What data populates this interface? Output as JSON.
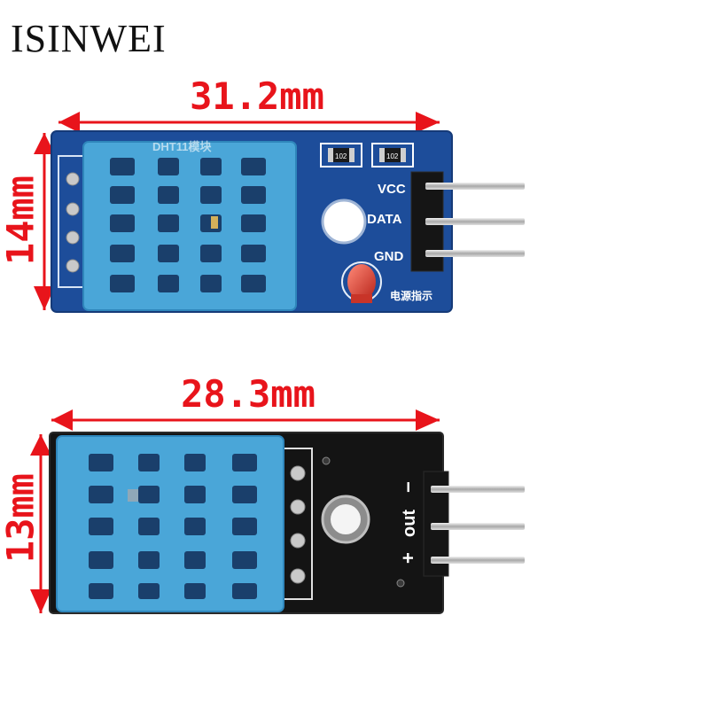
{
  "brand": {
    "text": "ISINWEI"
  },
  "module_top": {
    "width_label": "31.2mm",
    "height_label": "14mm",
    "silkscreen_title": "DHT11模块",
    "resistor_1": "102",
    "resistor_2": "102",
    "pin_labels": [
      "VCC",
      "DATA",
      "GND"
    ],
    "led_label": "电源指示",
    "board_color": "#1d4d9a",
    "sensor_color": "#4aa6d8",
    "led_color": "#d8382c"
  },
  "module_bottom": {
    "width_label": "28.3mm",
    "height_label": "13mm",
    "pin_labels": [
      "+",
      "out",
      "−"
    ],
    "board_color": "#141414",
    "sensor_color": "#4aa6d8"
  },
  "dimension_color": "#e8141b"
}
